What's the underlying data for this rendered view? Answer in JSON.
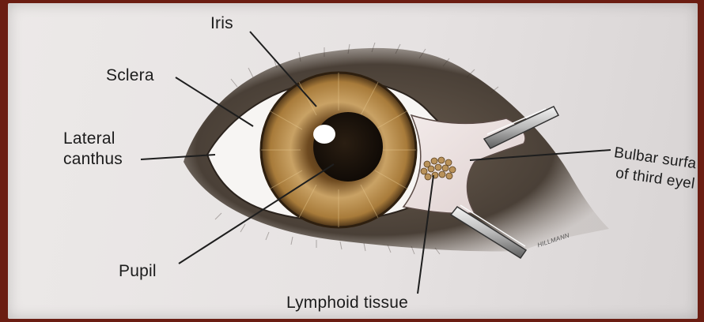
{
  "diagram": {
    "labels": {
      "iris": "Iris",
      "sclera": "Sclera",
      "lateral_canthus_line1": "Lateral",
      "lateral_canthus_line2": "canthus",
      "pupil": "Pupil",
      "lymphoid_tissue": "Lymphoid tissue",
      "bulbar_line1": "Bulbar surfa",
      "bulbar_line2": "of third eyel"
    },
    "signature": "HILLMANN"
  },
  "colors": {
    "iris": "#b58a45",
    "pupil": "#1a120a",
    "fur": "#4d4339",
    "membrane": "#ece1e1",
    "background": "#6b1d12"
  }
}
